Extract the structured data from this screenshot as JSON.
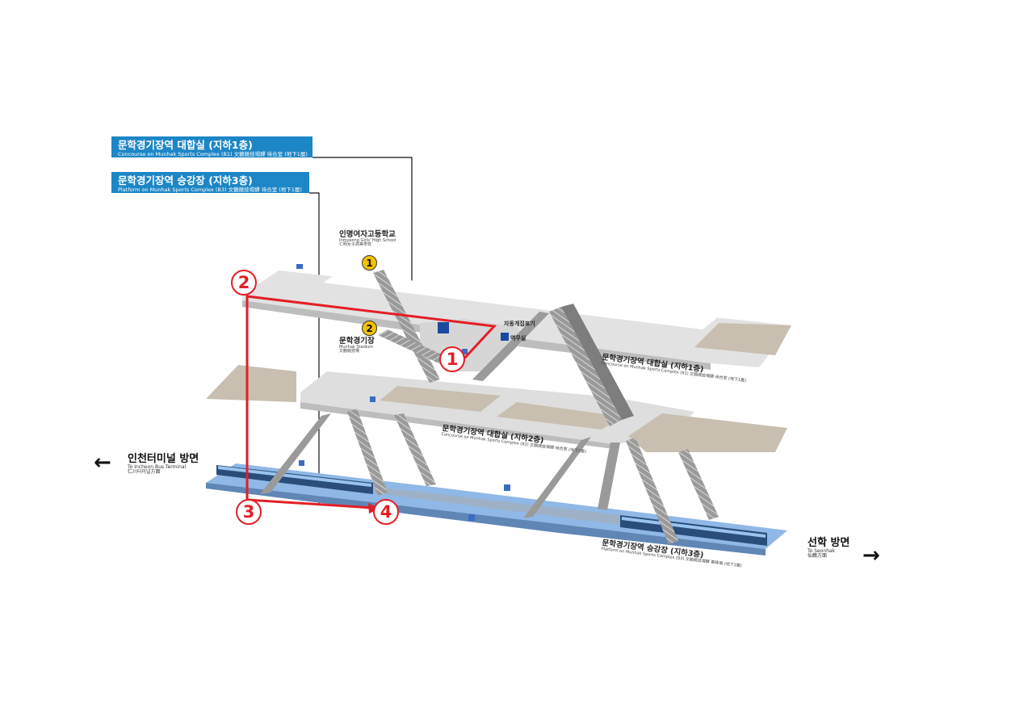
{
  "headers": {
    "concourse_b1": {
      "ko": "문학경기장역 대합실 (지하1층)",
      "en": "Concourse on Munhak Sports Complex (B1)  文鶴競技場驛 待合室 (地下1層)"
    },
    "platform_b3": {
      "ko": "문학경기장역 승강장 (지하3층)",
      "en": "Platform on Munhak Sports Complex (B3)  文鶴競技場驛 待合室 (地下1層)"
    }
  },
  "exits": {
    "exit1": {
      "number": "1",
      "ko": "인명여자고등학교",
      "en": "Inmyeong Girls' High School",
      "cn": "仁明女子高等學校"
    },
    "exit2": {
      "number": "2",
      "ko": "문학경기장",
      "en": "Munhak Stadium",
      "cn": "文鶴競技場"
    }
  },
  "level_labels": {
    "b1": {
      "ko": "문학경기장역 대합실 (지하1층)",
      "en": "Concourse on Munhak Sports Complex (B1)  文鶴競技場驛 待合室 (地下1層)"
    },
    "b2": {
      "ko": "문학경기장역 대합실 (지하2층)",
      "en": "Concourse on Munhak Sports Complex (B2)  文鶴競技場驛 待合室 (地下2層)"
    },
    "b3": {
      "ko": "문학경기장역 승강장 (지하3층)",
      "en": "Platform on Munhak Sports Complex (B3)  文鶴競技場驛 乘降場 (地下3層)"
    }
  },
  "facilities": {
    "ticket_machine": "자동개집표기",
    "station_office": "역무실"
  },
  "directions": {
    "left": {
      "ko": "인천터미널 방면",
      "en": "To Incheon Bus Terminal",
      "cn": "仁川터미널方面"
    },
    "right": {
      "ko": "선학 방면",
      "en": "To Seonhak",
      "cn": "仙鶴方面"
    }
  },
  "route_markers": [
    "1",
    "2",
    "3",
    "4"
  ],
  "colors": {
    "header_bg": "#1d86c6",
    "route": "#e41e26",
    "platform": "#8fb8e6",
    "floor": "#e2e2e2",
    "dark_floor": "#c8bfb0",
    "exit_badge": "#f2c200"
  }
}
